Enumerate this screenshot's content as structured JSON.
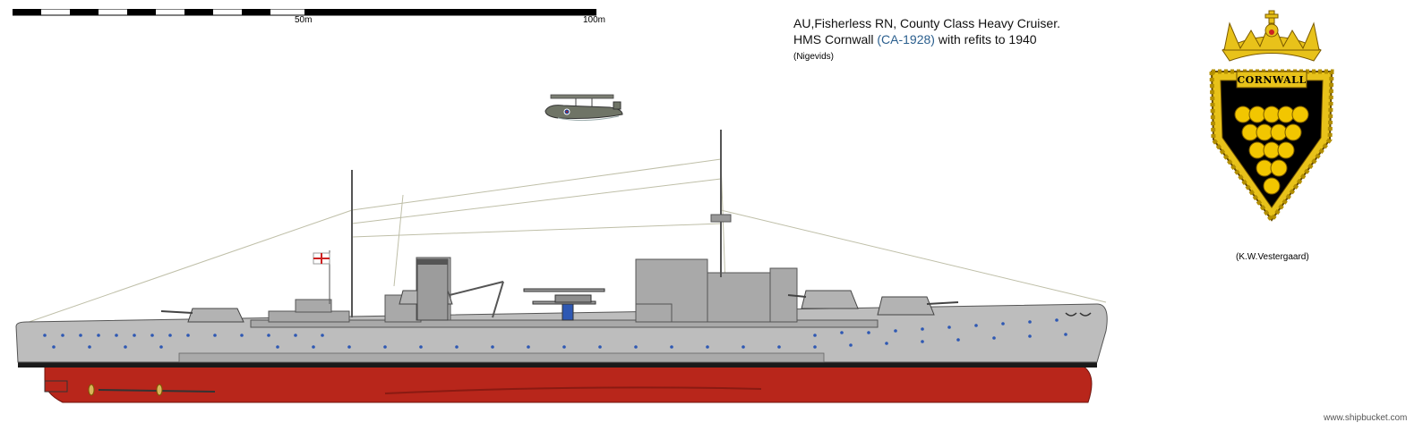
{
  "scale_bar": {
    "labels": [
      "50m",
      "100m"
    ]
  },
  "header": {
    "line1": "AU,Fisherless RN, County Class Heavy Cruiser.",
    "line2_prefix": "HMS Cornwall ",
    "line2_code": "(CA-1928)",
    "line2_suffix": " with refits to 1940",
    "line3": "(Nigevids)"
  },
  "crest": {
    "name": "CORNWALL",
    "credit": "(K.W.Vestergaard)",
    "colors": {
      "gold": "#e8c21a",
      "field": "#000000",
      "bezants": "#f2c600"
    }
  },
  "footer": {
    "site": "www.shipbucket.com"
  },
  "colors": {
    "hull_grey": "#bdbdbd",
    "antifouling_red": "#b8261b",
    "boot_top": "#1a1a1a",
    "superstructure": "#a9a9a9"
  }
}
